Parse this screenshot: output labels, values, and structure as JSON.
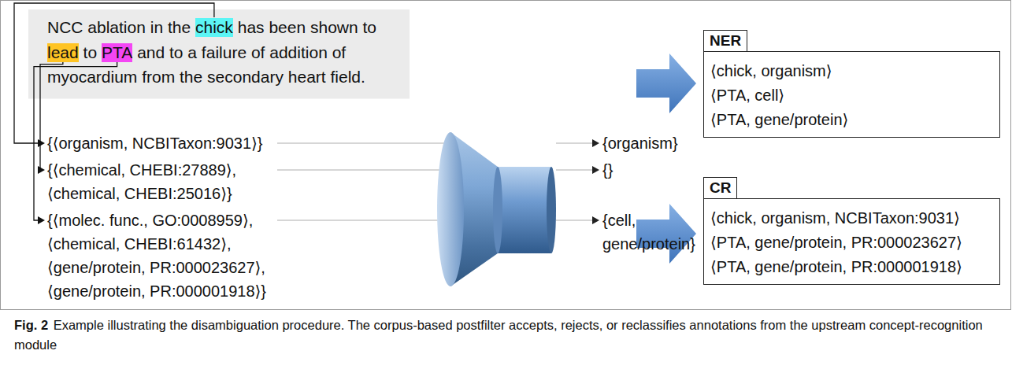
{
  "diagram": {
    "caption": "Example illustrating the disambiguation procedure. The corpus-based postfilter accepts, rejects, or reclassifies annotations from the upstream concept-recognition module",
    "nodes": [
      {
        "text": [
          "NCC ablation in the",
          "chick",
          "has been shown to",
          "lead",
          "to",
          "PTA",
          "and to a failure of addition of myocardium from the secondary heart field."
        ]
      },
      {
        "text": [
          "NER",
          "⟨chick, organism⟩",
          "⟨PTA, cell⟩",
          "⟨PTA, gene/protein⟩"
        ]
      },
      {
        "text": [
          "CR",
          "⟨chick, organism, NCBITaxon:9031⟩",
          "⟨PTA, gene/protein, PR:000023627⟩",
          "⟨PTA, gene/protein, PR:000001918⟩"
        ]
      }
    ],
    "labels": [
      "{⟨organism, NCBITaxon:9031⟩}",
      "{⟨chemical, CHEBI:27889⟩, ⟨chemical, CHEBI:25016⟩}",
      "{⟨molec. func., GO:0008959⟩, ⟨chemical, CHEBI:61432⟩, ⟨gene/protein, PR:000023627⟩, ⟨gene/protein, PR:000001918⟩}",
      "{organism}",
      "{}",
      "{cell, gene/protein}",
      "Fig. 2"
    ]
  }
}
